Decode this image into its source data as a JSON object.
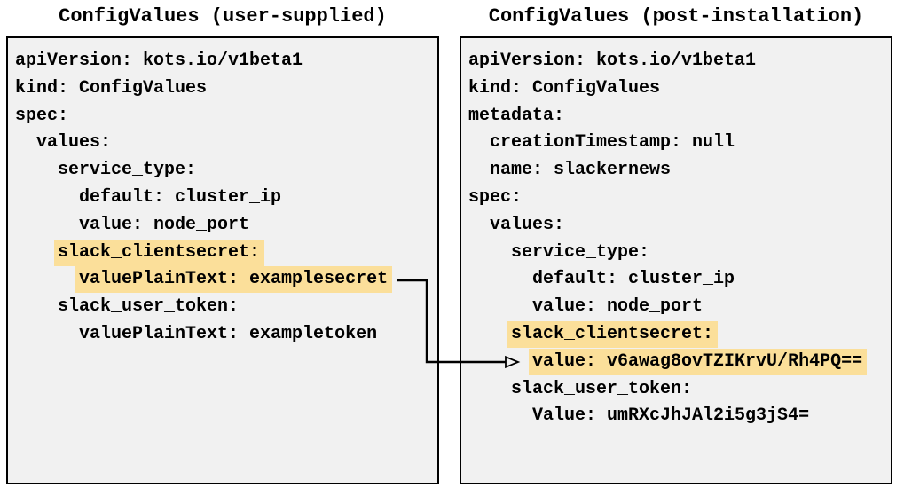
{
  "colors": {
    "box_fill": "#f1f1f1",
    "box_border": "#000000",
    "highlight": "#fbdf9a",
    "text": "#000000",
    "arrow": "#000000"
  },
  "connector": {
    "icon": "elbow-arrow-icon"
  },
  "left_panel": {
    "title": "ConfigValues (user-supplied)",
    "lines": [
      {
        "indent": "",
        "text": "apiVersion: kots.io/v1beta1",
        "highlight": false
      },
      {
        "indent": "",
        "text": "kind: ConfigValues",
        "highlight": false
      },
      {
        "indent": "",
        "text": "spec:",
        "highlight": false
      },
      {
        "indent": "  ",
        "text": "values:",
        "highlight": false
      },
      {
        "indent": "    ",
        "text": "service_type:",
        "highlight": false
      },
      {
        "indent": "      ",
        "text": "default: cluster_ip",
        "highlight": false
      },
      {
        "indent": "      ",
        "text": "value: node_port",
        "highlight": false
      },
      {
        "indent": "    ",
        "text": "slack_clientsecret:",
        "highlight": true
      },
      {
        "indent": "      ",
        "text": "valuePlainText: examplesecret",
        "highlight": true
      },
      {
        "indent": "    ",
        "text": "slack_user_token:",
        "highlight": false
      },
      {
        "indent": "      ",
        "text": "valuePlainText: exampletoken",
        "highlight": false
      }
    ]
  },
  "right_panel": {
    "title": "ConfigValues (post-installation)",
    "lines": [
      {
        "indent": "",
        "text": "apiVersion: kots.io/v1beta1",
        "highlight": false
      },
      {
        "indent": "",
        "text": "kind: ConfigValues",
        "highlight": false
      },
      {
        "indent": "",
        "text": "metadata:",
        "highlight": false
      },
      {
        "indent": "  ",
        "text": "creationTimestamp: null",
        "highlight": false
      },
      {
        "indent": "  ",
        "text": "name: slackernews",
        "highlight": false
      },
      {
        "indent": "",
        "text": "spec:",
        "highlight": false
      },
      {
        "indent": "  ",
        "text": "values:",
        "highlight": false
      },
      {
        "indent": "    ",
        "text": "service_type:",
        "highlight": false
      },
      {
        "indent": "      ",
        "text": "default: cluster_ip",
        "highlight": false
      },
      {
        "indent": "      ",
        "text": "value: node_port",
        "highlight": false
      },
      {
        "indent": "    ",
        "text": "slack_clientsecret:",
        "highlight": true
      },
      {
        "indent": "      ",
        "text": "value: v6awag8ovTZIKrvU/Rh4PQ==",
        "highlight": true
      },
      {
        "indent": "    ",
        "text": "slack_user_token:",
        "highlight": false
      },
      {
        "indent": "      ",
        "text": "Value: umRXcJhJAl2i5g3jS4=",
        "highlight": false
      }
    ]
  }
}
